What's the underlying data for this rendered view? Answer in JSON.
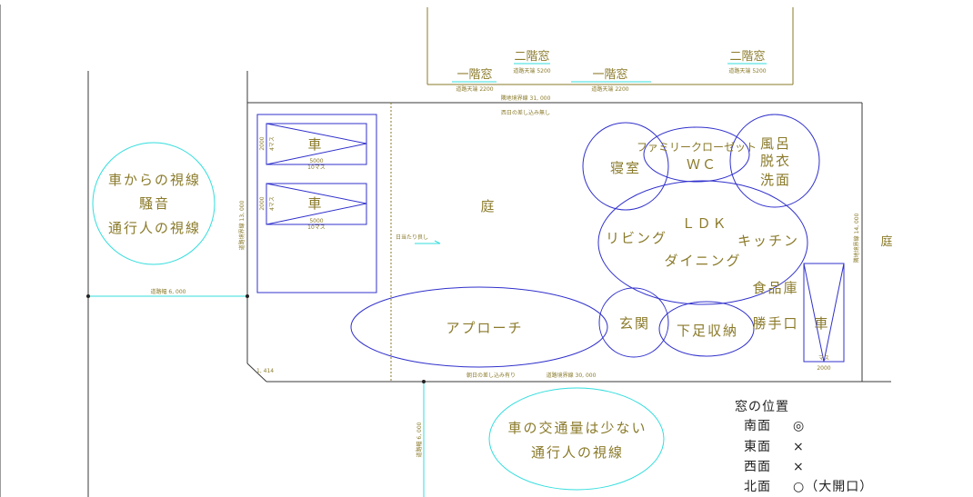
{
  "upper_building": {
    "windows": [
      "一階窓",
      "二階窓",
      "一階窓",
      "二階窓"
    ],
    "notes": [
      "道路天端 2200",
      "道路天端 5200",
      "道路天端 2200",
      "道路天端 5200"
    ]
  },
  "boundary": {
    "north": "隣地境界線  31, 000",
    "north_note": "西日の差し込み無し",
    "south": "道路境界線  30, 000",
    "south_note": "朝日の差し込み有り",
    "east": "隣地境界線  14, 000",
    "west": "道路境界線  13, 000",
    "corner": "1, 414"
  },
  "roads": {
    "west_width": "道路幅  6, 000",
    "south_width": "道路幅  6, 000"
  },
  "parking": {
    "car_label": "車",
    "dim_width": "2000",
    "dim_length": "5000",
    "mass": "4マス",
    "mass10": "10マス",
    "east_car": "車",
    "east_dim": "2000",
    "east_mass": "マス"
  },
  "rooms": {
    "garden": "庭",
    "garden_east": "庭",
    "sunlight": "日当たり良し",
    "bedroom": "寝室",
    "family_closet_1": "ファミリークローゼット",
    "family_closet_2": "ＷＣ",
    "bath_1": "風呂",
    "bath_2": "脱衣",
    "bath_3": "洗面",
    "ldk": "ＬＤＫ",
    "living": "リビング",
    "kitchen": "キッチン",
    "dining": "ダイニング",
    "pantry": "食品庫",
    "approach": "アプローチ",
    "entrance": "玄関",
    "shoe_storage": "下足収納",
    "back_door": "勝手口"
  },
  "west_note": [
    "車からの視線",
    "騒音",
    "通行人の視線"
  ],
  "south_note": [
    "車の交通量は少ない",
    "通行人の視線"
  ],
  "window_positions": {
    "title": "窓の位置",
    "rows": [
      {
        "side": "南面",
        "mark": "◎"
      },
      {
        "side": "東面",
        "mark": "×"
      },
      {
        "side": "西面",
        "mark": "×"
      },
      {
        "side": "北面",
        "mark": "○（大開口）"
      }
    ]
  },
  "colors": {
    "line": "#3a3a3a",
    "olive": "#8a7a2a",
    "blue": "#3030cc",
    "cyan": "#33dddd"
  }
}
